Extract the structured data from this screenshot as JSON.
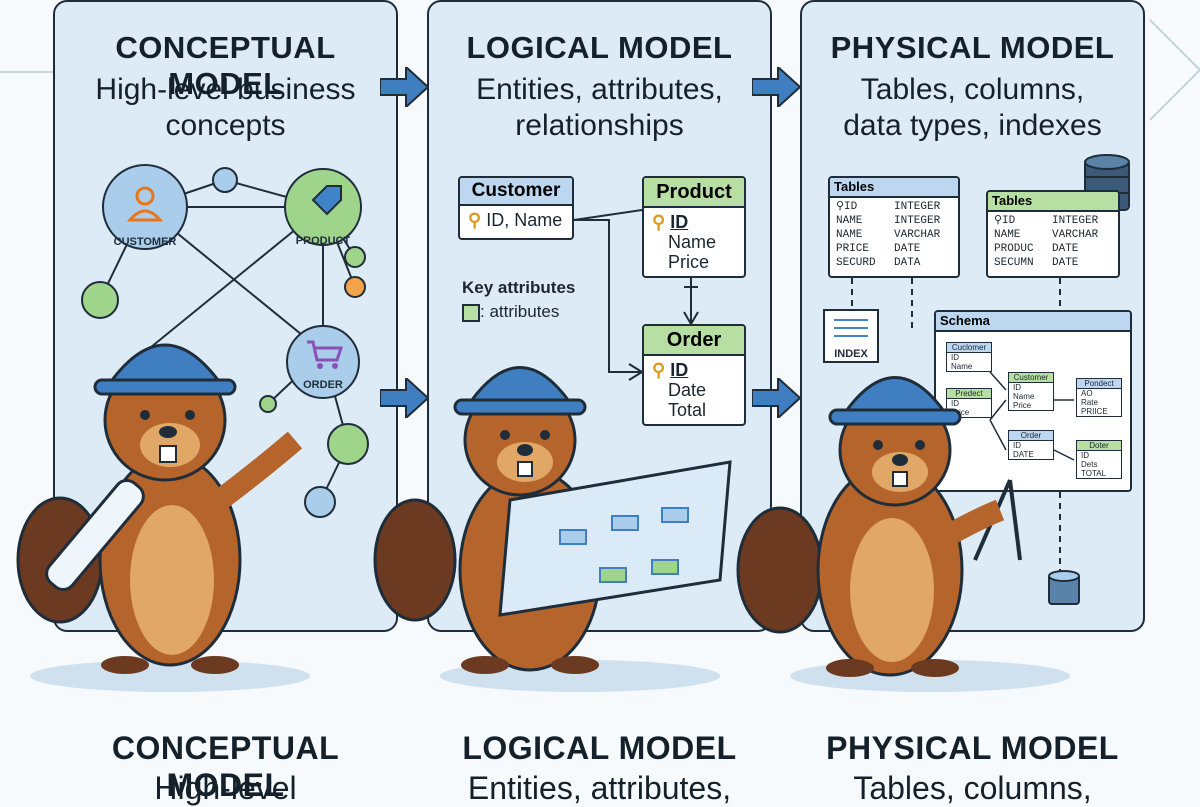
{
  "panels": [
    {
      "title": "CONCEPTUAL MODEL",
      "subtitle_1": "High-level business",
      "subtitle_2": "concepts"
    },
    {
      "title": "LOGICAL MODEL",
      "subtitle_1": "Entities, attributes,",
      "subtitle_2": "relationships"
    },
    {
      "title": "PHYSICAL MODEL",
      "subtitle_1": "Tables, columns,",
      "subtitle_2": "data types, indexes"
    }
  ],
  "conceptual": {
    "nodes": [
      "CUSTOMER",
      "PRODUCT",
      "ORDER"
    ]
  },
  "logical": {
    "customer": {
      "name": "Customer",
      "attrs": "ID, Name"
    },
    "product": {
      "name": "Product",
      "key": "ID",
      "attrs": [
        "Name",
        "Price"
      ]
    },
    "order": {
      "name": "Order",
      "key": "ID",
      "attrs": [
        "Date",
        "Total"
      ]
    },
    "legend_title": "Key attributes",
    "legend_item": ": attributes"
  },
  "physical": {
    "table1": {
      "title": "Tables",
      "rows": [
        [
          "ID",
          "INTEGER"
        ],
        [
          "NAME",
          "INTEGER"
        ],
        [
          "NAME",
          "VARCHAR"
        ],
        [
          "PRICE",
          "DATE"
        ],
        [
          "SECURD",
          "DATA"
        ]
      ]
    },
    "table2": {
      "title": "Tables",
      "rows": [
        [
          "ID",
          "INTEGER"
        ],
        [
          "NAME",
          "VARCHAR"
        ],
        [
          "PRODUC",
          "DATE"
        ],
        [
          "SECUMN",
          "DATE"
        ]
      ]
    },
    "index_label": "INDEX",
    "schema_title": "Schema",
    "schema_tables": [
      {
        "name": "Cuclomer",
        "lines": [
          "ID",
          "Name"
        ]
      },
      {
        "name": "Customer",
        "lines": [
          "ID",
          "Name",
          "Price"
        ]
      },
      {
        "name": "Pondect",
        "lines": [
          "AO",
          "Rate",
          "PRIICE"
        ]
      },
      {
        "name": "Predect",
        "lines": [
          "ID",
          "Price"
        ]
      },
      {
        "name": "Order",
        "lines": [
          "ID",
          "DATE"
        ]
      },
      {
        "name": "Doter",
        "lines": [
          "ID",
          "Dets",
          "TOTAL"
        ]
      }
    ]
  },
  "bottom": [
    {
      "title": "CONCEPTUAL MODEL",
      "subtitle": "High-level"
    },
    {
      "title": "LOGICAL MODEL",
      "subtitle": "Entities, attributes,"
    },
    {
      "title": "PHYSICAL MODEL",
      "subtitle": "Tables, columns,"
    }
  ]
}
